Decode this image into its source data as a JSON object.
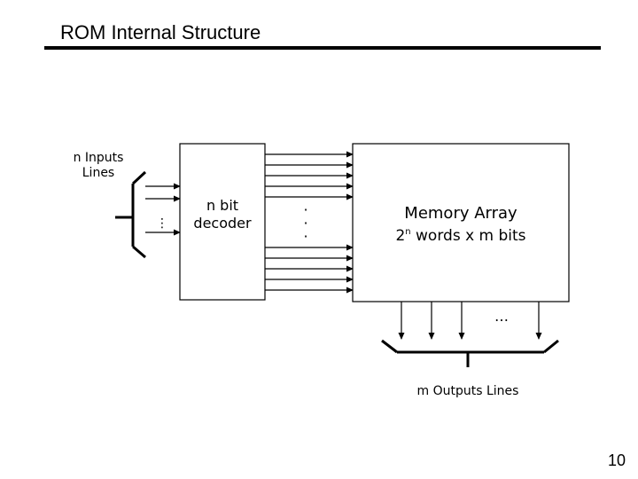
{
  "slide": {
    "title": "ROM Internal Structure",
    "page_number": "10"
  },
  "diagram": {
    "inputs_label": [
      "n Inputs",
      "Lines"
    ],
    "input_ellipsis": "⋮",
    "decoder_label": [
      "n bit",
      "decoder"
    ],
    "word_lines_ellipsis": [
      "·",
      "·",
      "·"
    ],
    "memory_label": {
      "line1": "Memory Array",
      "line2_prefix": "2",
      "line2_sup": "n",
      "line2_suffix": " words x m bits"
    },
    "output_ellipsis": "…",
    "outputs_label": "m Outputs Lines"
  }
}
